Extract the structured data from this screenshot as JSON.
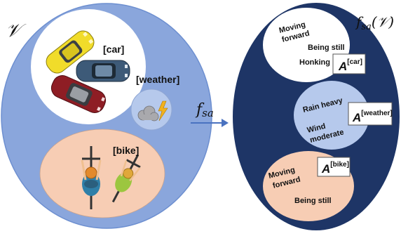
{
  "left": {
    "set_symbol": "𝒱",
    "car_label": "[car]",
    "weather_label": "[weather]",
    "bike_label": "[bike]"
  },
  "arrow": {
    "label_main": "f",
    "label_sub": "sa"
  },
  "right": {
    "set_label_func": "f",
    "set_label_sub": "sa",
    "set_label_arg": "(𝒱)",
    "car_actions": [
      "Moving",
      "forward",
      "Being still",
      "Honking"
    ],
    "car_box_main": "A",
    "car_box_sup": "[car]",
    "weather_actions": [
      "Rain heavy",
      "Wind",
      "moderate"
    ],
    "weather_box_main": "A",
    "weather_box_sup": "[weather]",
    "bike_actions": [
      "Moving",
      "forward",
      "Being still"
    ],
    "bike_box_main": "A",
    "bike_box_sup": "[bike]"
  },
  "colors": {
    "left_set": "#8aa6dc",
    "right_set": "#1e3566",
    "car_circle": "#ffffff",
    "bike_circle": "#f7cdb4",
    "weather_circle": "#b6c9ec",
    "arrow": "#4a72c0"
  }
}
